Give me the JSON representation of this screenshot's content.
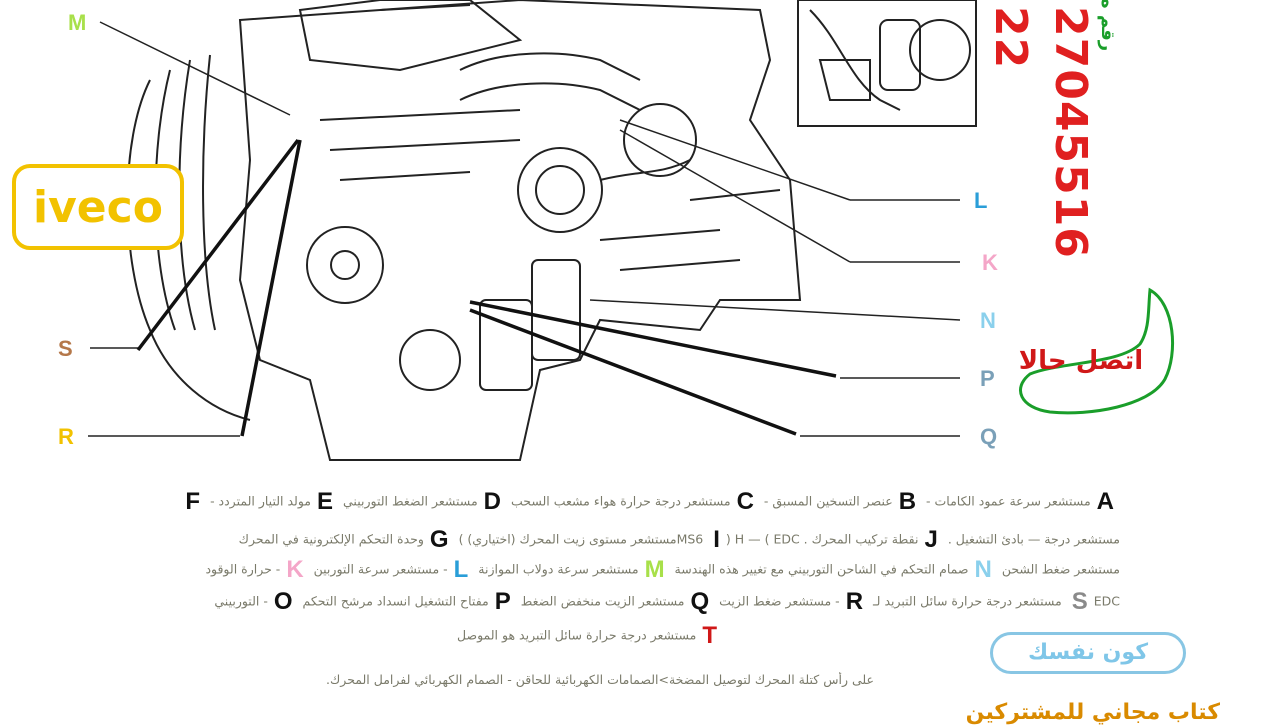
{
  "brand": {
    "text": "iveco",
    "color": "#f2c200"
  },
  "contact": {
    "phone": "27045516 22",
    "phone_caption": "رقم ه",
    "call_now": "اتصل حالا",
    "phone_color": "#e02020",
    "bubble_color": "#1a9e2a"
  },
  "diagram_labels": {
    "M": "M",
    "S": "S",
    "R": "R",
    "L": "L",
    "K": "K",
    "N": "N",
    "P": "P",
    "Q": "Q"
  },
  "legend": {
    "rows": [
      [
        {
          "key": "A",
          "text": "مستشعر سرعة عمود الكامات - "
        },
        {
          "key": "B",
          "text": "عنصر التسخين المسبق - "
        },
        {
          "key": "C",
          "text": "مستشعر درجة حرارة هواء مشعب السحب "
        },
        {
          "key": "D",
          "text": "مستشعر الضغط التوربيني "
        },
        {
          "key": "E",
          "text": "مولد التيار المتردد - "
        },
        {
          "key": "F",
          "text": ""
        }
      ],
      [
        {
          "key": "",
          "text": "مستشعر درجة — بادئ التشغيل . "
        },
        {
          "key": "J",
          "text": "نقطة تركيب المحرك . H — ( EDC (MS6 "
        },
        {
          "key": "I",
          "text": "مستشعر مستوى زيت المحرك (اختياري) ) "
        },
        {
          "key": "G",
          "text": "وحدة التحكم الإلكترونية في المحرك"
        }
      ],
      [
        {
          "key": "",
          "text": "مستشعر ضغط الشحن "
        },
        {
          "key": "N",
          "text": "صمام التحكم في الشاحن التوربيني مع تغيير هذه الهندسة "
        },
        {
          "key": "M",
          "text": "مستشعر سرعة دولاب الموازنة "
        },
        {
          "key": "L",
          "text": "- مستشعر سرعة التوربين "
        },
        {
          "key": "K",
          "text": "- حرارة الوقود"
        }
      ],
      [
        {
          "key": "S",
          "text": "EDC مستشعر درجة حرارة سائل التبريد لـ "
        },
        {
          "key": "R",
          "text": "- مستشعر ضغط الزيت "
        },
        {
          "key": "Q",
          "text": "مستشعر الزيت منخفض الضغط "
        },
        {
          "key": "P",
          "text": "مفتاح التشغيل انسداد مرشح التحكم "
        },
        {
          "key": "O",
          "text": "- التوربيني"
        }
      ],
      [
        {
          "key": "T",
          "text": "مستشعر درجة حرارة سائل التبريد هو الموصل"
        }
      ]
    ],
    "footnote": "على رأس كتلة المحرك لتوصيل المضخة>الصمامات الكهربائية للحاقن - الصمام الكهربائي لفرامل المحرك."
  },
  "badge": {
    "text": "كون نفسك",
    "color": "#7fc6e8"
  },
  "bottom_strip": {
    "text": "كتاب مجاني للمشتركين",
    "color": "#d98a00"
  }
}
